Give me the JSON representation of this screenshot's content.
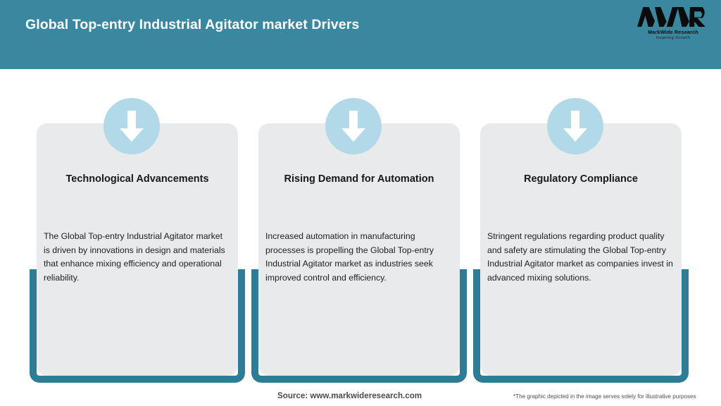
{
  "header": {
    "title": "Global Top-entry Industrial Agitator market Drivers",
    "band_color": "#3a87a0",
    "title_color": "#ffffff"
  },
  "logo": {
    "mark_text": "MWR",
    "company": "MarkWide Research",
    "tagline": "Inspiring Growth"
  },
  "theme": {
    "teal_accent": "#2e7d96",
    "card_gray": "#e8eaeb",
    "circle_blue": "#b2d9e8",
    "arrow_white": "#ffffff"
  },
  "cards": [
    {
      "icon": "down-arrow-icon",
      "heading": "Technological Advancements",
      "body": "The Global Top-entry Industrial Agitator market is driven by innovations in design and materials that enhance mixing efficiency and operational reliability."
    },
    {
      "icon": "down-arrow-icon",
      "heading": "Rising Demand for Automation",
      "body": "Increased automation in manufacturing processes is propelling the Global Top-entry Industrial Agitator market as industries seek improved control and efficiency."
    },
    {
      "icon": "down-arrow-icon",
      "heading": "Regulatory Compliance",
      "body": "Stringent regulations regarding product quality and safety are stimulating the Global Top-entry Industrial Agitator market as companies invest in advanced mixing solutions."
    }
  ],
  "footer": {
    "source": "Source: www.markwideresearch.com",
    "disclaimer": "*The graphic depicted in the image serves solely for illustrative purposes"
  }
}
